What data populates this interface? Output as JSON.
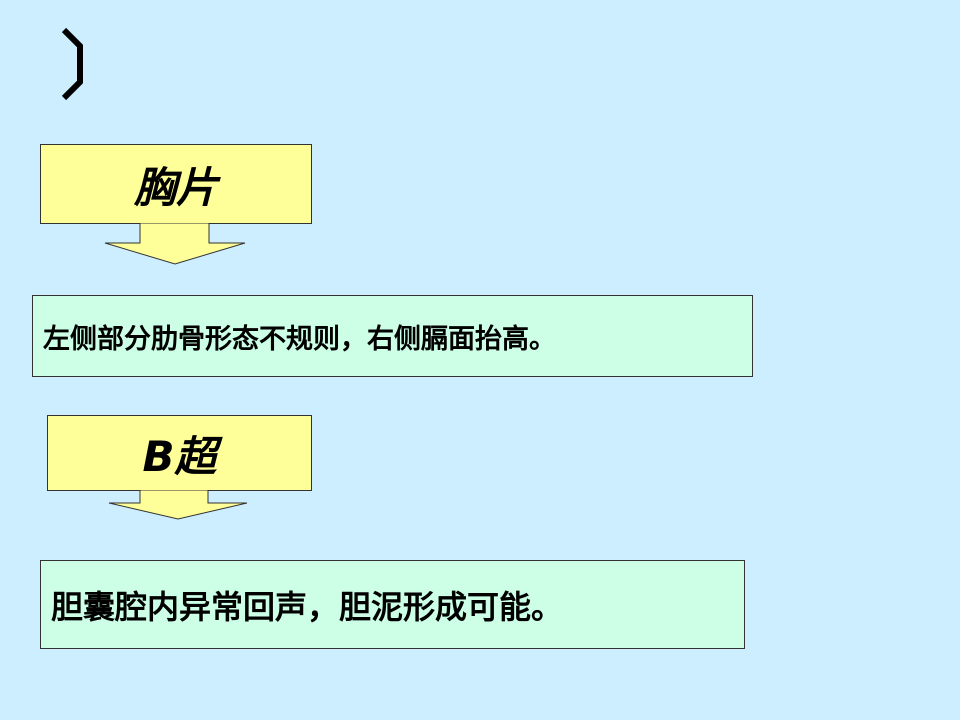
{
  "slide": {
    "steps": [
      {
        "label": "胸片",
        "finding": "左侧部分肋骨形态不规则，右侧膈面抬高。"
      },
      {
        "label": "B超",
        "finding": "胆囊腔内异常回声，胆泥形成可能。"
      }
    ]
  },
  "colors": {
    "background": "#cceeff",
    "label_fill": "#ffff99",
    "result_fill": "#ccffe6",
    "border": "#333333"
  }
}
